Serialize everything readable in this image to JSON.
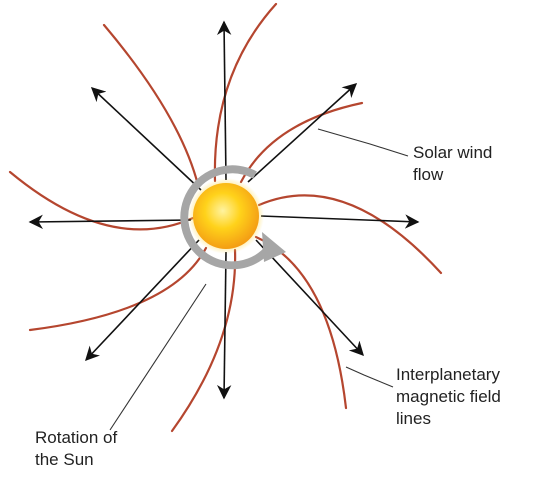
{
  "labels": {
    "solar_wind_line1": "Solar wind",
    "solar_wind_line2": "flow",
    "imf_line1": "Interplanetary",
    "imf_line2": "magnetic field",
    "imf_line3": "lines",
    "rotation_line1": "Rotation of",
    "rotation_line2": "the Sun"
  },
  "colors": {
    "field_line": "#b5462f",
    "arrow": "#111111",
    "rotation_ring": "#a6a6a6",
    "sun_core": "#ffd21a",
    "sun_edge": "#f39a14",
    "leader_line": "#333333"
  },
  "icons": {
    "sun": "sun-icon",
    "rotation": "rotation-arrow-icon"
  }
}
